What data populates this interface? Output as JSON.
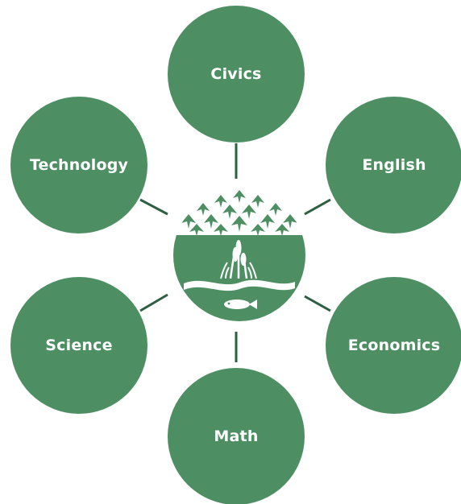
{
  "diagram": {
    "center_emblem": "watershed-logo",
    "colors": {
      "node_fill": "#4d8f63",
      "connector": "#2f5f42",
      "text": "#ffffff"
    },
    "nodes": [
      {
        "id": "civics",
        "label": "Civics"
      },
      {
        "id": "english",
        "label": "English"
      },
      {
        "id": "economics",
        "label": "Economics"
      },
      {
        "id": "math",
        "label": "Math"
      },
      {
        "id": "science",
        "label": "Science"
      },
      {
        "id": "technology",
        "label": "Technology"
      }
    ]
  }
}
